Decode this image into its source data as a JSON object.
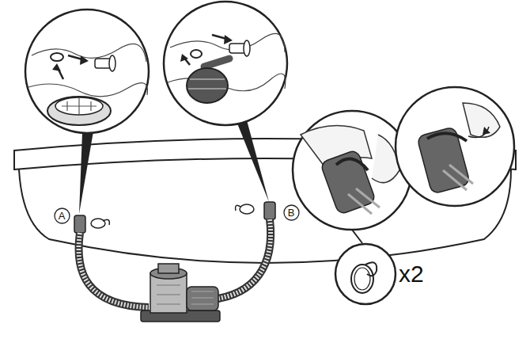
{
  "diagram": {
    "nodes": [
      {
        "text": [
          "A"
        ]
      },
      {
        "text": [
          "B"
        ]
      }
    ],
    "labels": [
      "x2"
    ]
  }
}
